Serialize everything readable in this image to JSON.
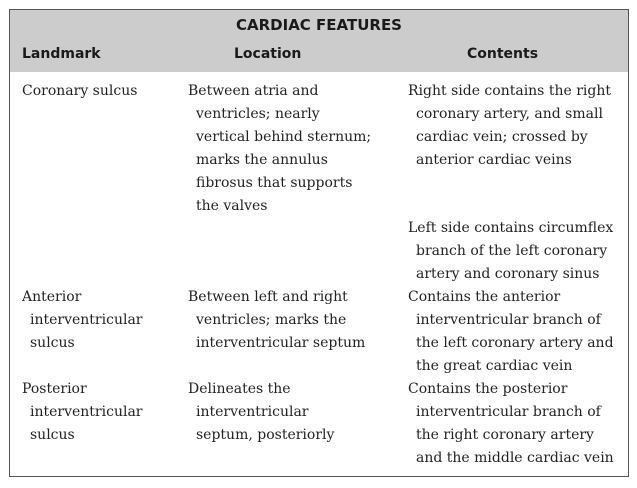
{
  "title": "CARDIAC FEATURES",
  "columns": [
    "Landmark",
    "Location",
    "Contents"
  ],
  "rows": [
    {
      "landmark": [
        "Coronary sulcus"
      ],
      "location": [
        "Between atria and",
        "ventricles; nearly",
        "vertical behind sternum;",
        "marks the annulus",
        "fibrosus that supports",
        "the valves"
      ],
      "contents": [
        "Right side contains the right",
        "coronary artery, and small",
        "cardiac vein; crossed by",
        "anterior cardiac veins"
      ]
    },
    {
      "landmark": [],
      "location": [],
      "contents": [
        "Left side contains circumflex",
        "branch of the left coronary",
        "artery and coronary sinus"
      ]
    },
    {
      "landmark": [
        "Anterior",
        "interventricular",
        "sulcus"
      ],
      "location": [
        "Between left and right",
        "ventricles; marks the",
        "interventricular septum"
      ],
      "contents": [
        "Contains the anterior",
        "interventricular branch of",
        "the left coronary artery and",
        "the great cardiac vein"
      ]
    },
    {
      "landmark": [
        "Posterior",
        "interventricular",
        "sulcus"
      ],
      "location": [
        "Delineates the",
        "interventricular",
        "septum, posteriorly"
      ],
      "contents": [
        "Contains the posterior",
        "interventricular branch of",
        "the right coronary artery",
        "and the middle cardiac vein"
      ]
    }
  ]
}
